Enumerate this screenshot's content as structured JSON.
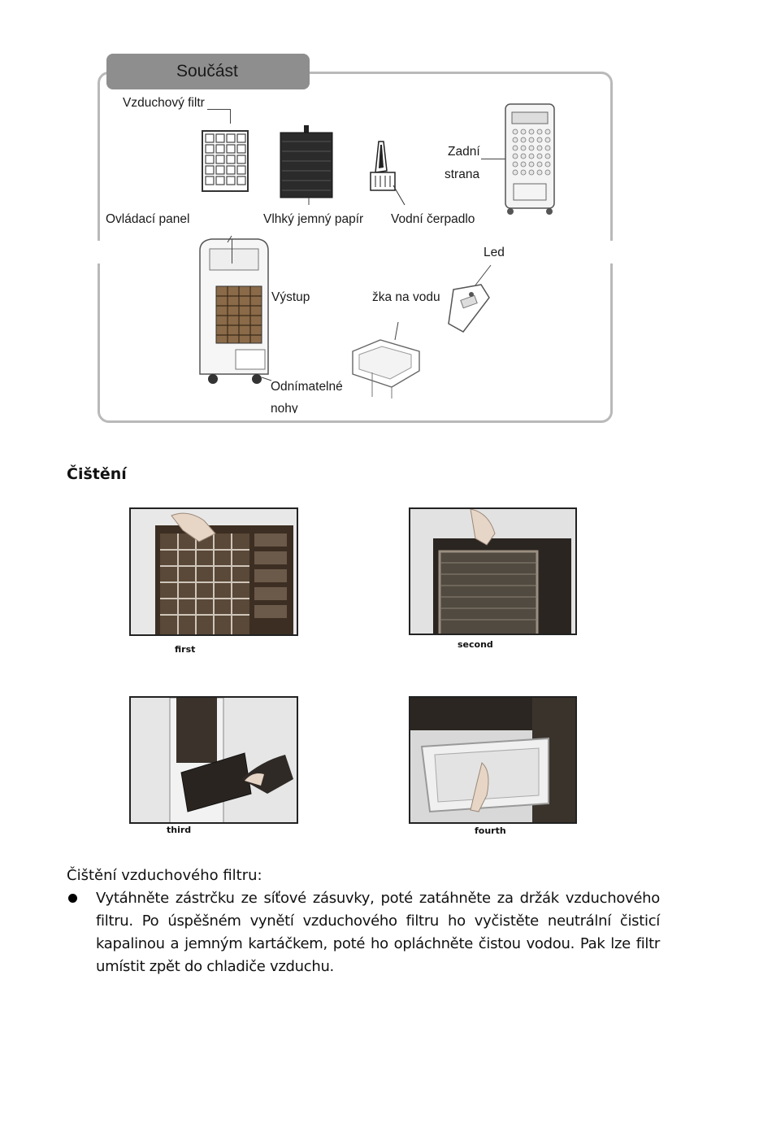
{
  "parts": {
    "tab_title": "Součást",
    "labels": {
      "air_filter": "Vzduchový filtr",
      "back_side_1": "Zadní",
      "back_side_2": "strana",
      "control_panel": "Ovládací panel",
      "wet_paper": "Vlhký jemný papír",
      "water_pump": "Vodní čerpadlo",
      "led": "Led",
      "outlet": "Výstup",
      "water_tank": "žka na vodu",
      "feet_1": "Odnímatelné",
      "feet_2": "nohy"
    }
  },
  "cleaning": {
    "title": "Čištění",
    "photos": [
      {
        "caption": "first"
      },
      {
        "caption": "second"
      },
      {
        "caption": "third"
      },
      {
        "caption": "fourth"
      }
    ],
    "subtitle": "Čištění vzduchového filtru:",
    "bullet": "Vytáhněte zástrčku ze síťové zásuvky, poté zatáhněte za držák vzduchového filtru. Po úspěšném vynětí vzduchového filtru ho vyčistěte neutrální čisticí kapalinou a jemným kartáčkem, poté ho opláchněte čistou vodou. Pak lze filtr umístit zpět do chladiče vzduchu."
  }
}
